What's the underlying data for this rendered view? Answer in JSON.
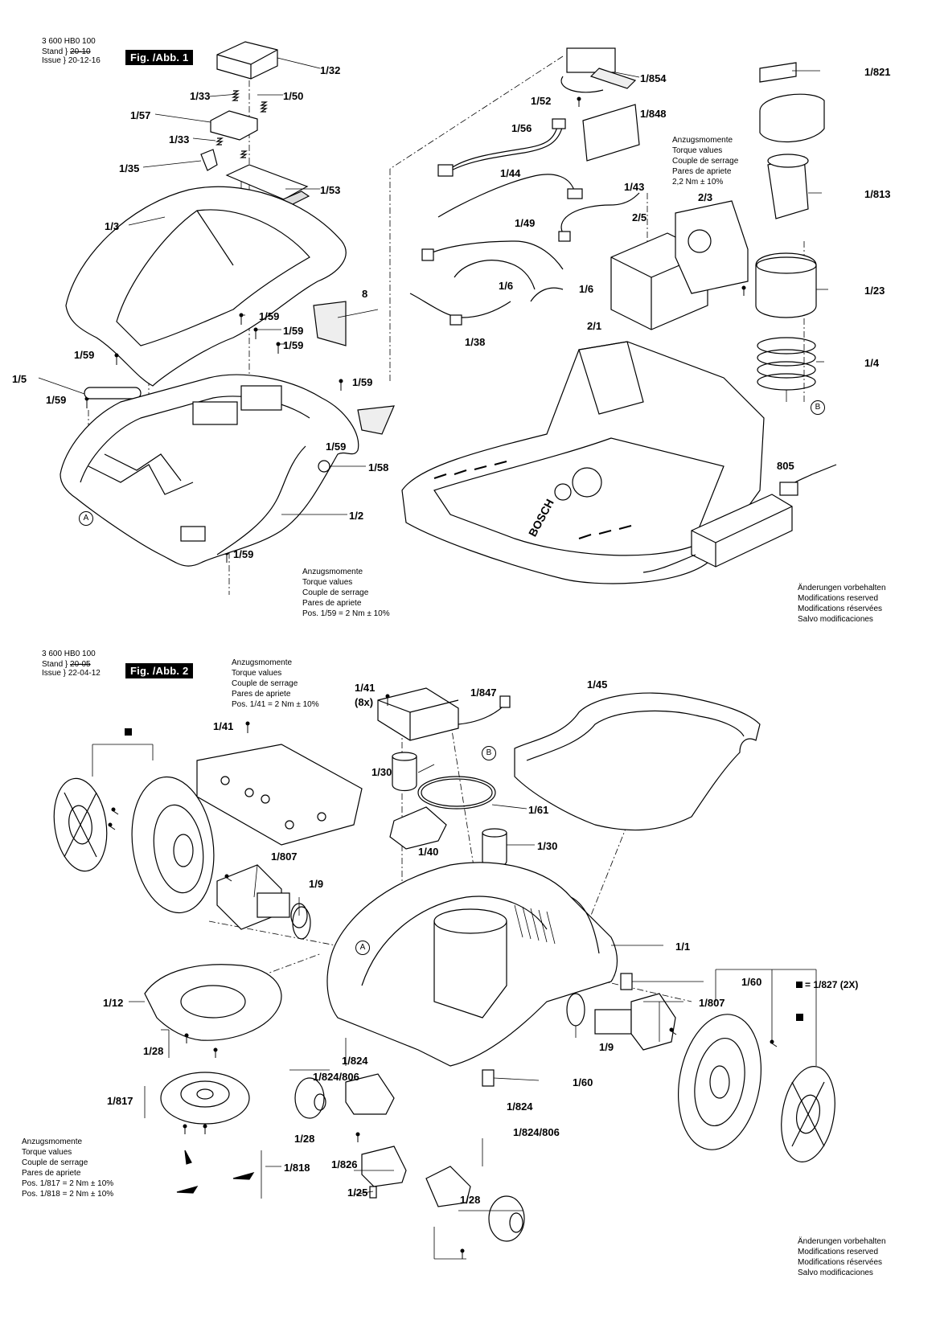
{
  "figure1": {
    "doc_number": "3 600 HB0 100",
    "stand_label": "Stand",
    "stand_old": "20-10",
    "issue_label": "Issue",
    "issue_date": "20-12-16",
    "fig_tag": "Fig. /Abb. 1",
    "labels": [
      "1/32",
      "1/33",
      "1/50",
      "1/57",
      "1/33",
      "1/35",
      "1/53",
      "1/3",
      "8",
      "1/59",
      "1/59",
      "1/59",
      "1/59",
      "1/5",
      "1/59",
      "1/59",
      "1/59",
      "1/58",
      "1/2",
      "1/59",
      "1/854",
      "1/52",
      "1/848",
      "1/56",
      "1/44",
      "1/43",
      "2/3",
      "2/5",
      "1/49",
      "1/6",
      "1/6",
      "1/38",
      "2/1",
      "805",
      "1/821",
      "1/813",
      "1/23",
      "1/4"
    ],
    "callout_b": "B",
    "callout_a": "A",
    "torque_top": [
      "Anzugsmomente",
      "Torque values",
      "Couple de serrage",
      "Pares de apriete",
      "2,2 Nm ± 10%"
    ],
    "torque_bottom": [
      "Anzugsmomente",
      "Torque values",
      "Couple de serrage",
      "Pares de apriete",
      "Pos.    1/59 = 2 Nm  ± 10%"
    ],
    "changes": [
      "Änderungen vorbehalten",
      "Modifications reserved",
      "Modifications réservées",
      "Salvo modificaciones"
    ]
  },
  "figure2": {
    "doc_number": "3 600 HB0 100",
    "stand_label": "Stand",
    "stand_old": "20-05",
    "issue_label": "Issue",
    "issue_date": "22-04-12",
    "fig_tag": "Fig. /Abb. 2",
    "torque_top": [
      "Anzugsmomente",
      "Torque values",
      "Couple de serrage",
      "Pares de apriete",
      "Pos.    1/41 = 2 Nm  ± 10%"
    ],
    "labels": [
      "1/41",
      "(8x)",
      "1/847",
      "1/45",
      "1/41",
      "1/30",
      "1/61",
      "1/30",
      "1/40",
      "1/807",
      "1/9",
      "1/1",
      "1/60",
      "1/12",
      "1/28",
      "1/817",
      "1/824",
      "1/824/806",
      "1/60",
      "1/807",
      "1/9",
      "1/28",
      "1/826",
      "1/25",
      "1/824",
      "1/824/806",
      "1/28",
      "1/818"
    ],
    "callout_b": "B",
    "callout_a": "A",
    "legend": "= 1/827 (2X)",
    "torque_bottom": [
      "Anzugsmomente",
      "Torque values",
      "Couple de serrage",
      "Pares de apriete",
      "Pos. 1/817 = 2 Nm  ± 10%",
      "Pos. 1/818 = 2 Nm  ± 10%"
    ],
    "changes": [
      "Änderungen vorbehalten",
      "Modifications reserved",
      "Modifications réservées",
      "Salvo modificaciones"
    ]
  },
  "colors": {
    "ink": "#000000",
    "paper": "#ffffff",
    "fill": "#f2f2f2"
  }
}
